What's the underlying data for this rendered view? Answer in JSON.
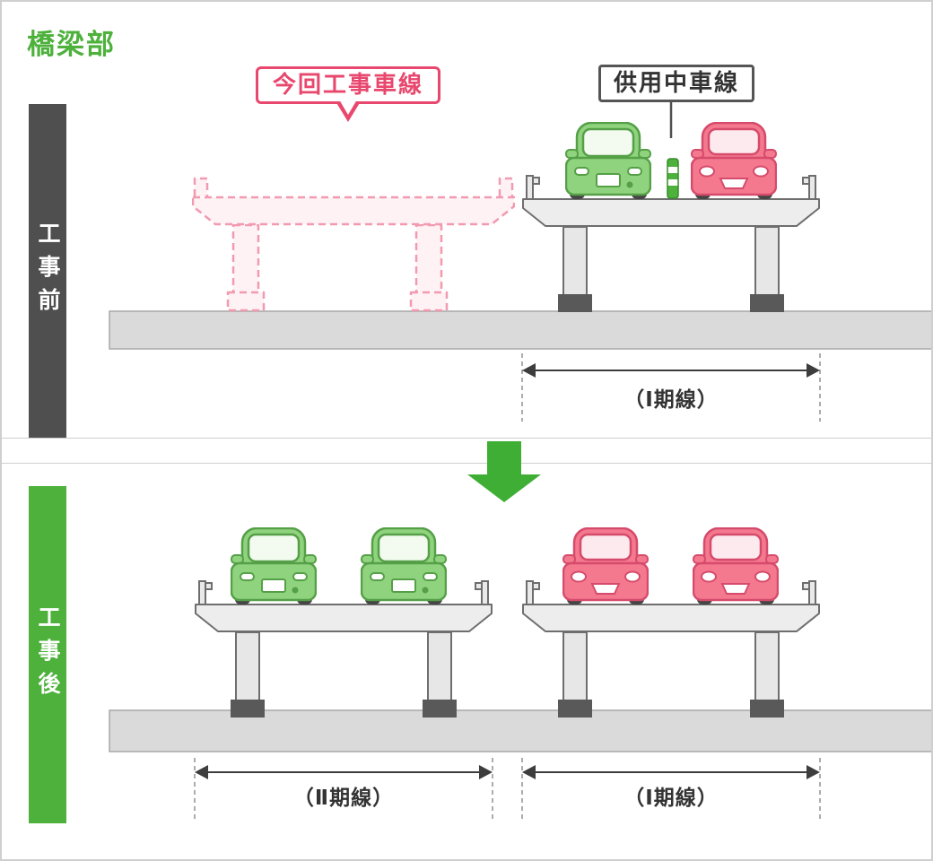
{
  "title": "橋梁部",
  "colors": {
    "accent_green": "#4db13c",
    "accent_pink": "#e8476e",
    "dark_gray": "#4f4f4f"
  },
  "before": {
    "phase_label": "工事前",
    "callout_construction": "今回工事車線",
    "callout_in_service": "供用中車線",
    "dimension": "（Ⅰ期線）"
  },
  "after": {
    "phase_label": "工事後",
    "dimension_left": "（Ⅱ期線）",
    "dimension_right": "（Ⅰ期線）"
  }
}
